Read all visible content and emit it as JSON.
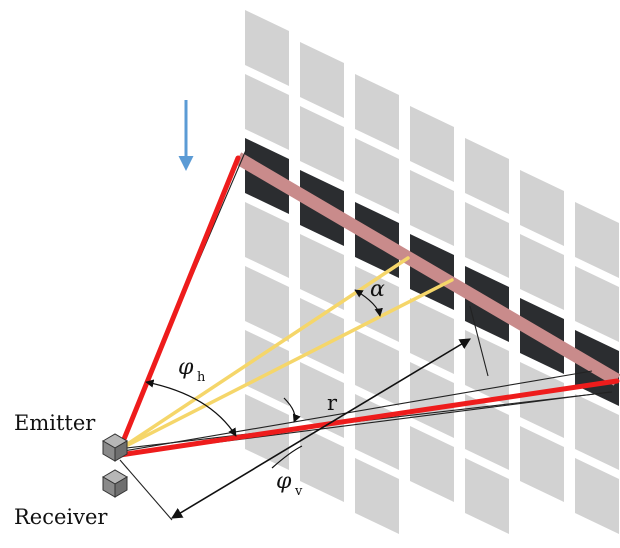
{
  "labels": {
    "emitter": "Emitter",
    "receiver": "Receiver",
    "alpha": "α",
    "phi": "φ",
    "h": "h",
    "v": "v",
    "r": "r"
  },
  "colors": {
    "tile": "#d2d2d2",
    "tile_dark": "#2b2d30",
    "laser": "#ee1c1c",
    "laser_stripe": "#c98b8b",
    "ray": "#f5d66a",
    "arrow": "#5b9bd5",
    "box": "#8c8c8c"
  },
  "icons": {
    "scan_direction": "arrow-down-icon"
  }
}
